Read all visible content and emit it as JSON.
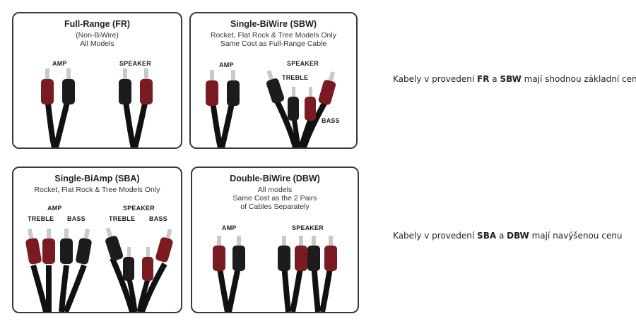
{
  "panels": {
    "fr": {
      "title": "Full-Range (FR)",
      "sub1": "(Non-BiWire)",
      "sub2": "All Models",
      "amp": "AMP",
      "speaker": "SPEAKER"
    },
    "sbw": {
      "title": "Single-BiWire (SBW)",
      "sub1": "Rocket, Flat Rock & Tree Models Only",
      "sub2": "Same Cost as Full-Range Cable",
      "amp": "AMP",
      "speaker": "SPEAKER",
      "treble": "TREBLE",
      "bass": "BASS"
    },
    "sba": {
      "title": "Single-BiAmp (SBA)",
      "sub1": "Rocket, Flat Rock & Tree Models Only",
      "amp": "AMP",
      "amp_treble": "TREBLE",
      "amp_bass": "BASS",
      "speaker": "SPEAKER",
      "spk_treble": "TREBLE",
      "spk_bass": "BASS"
    },
    "dbw": {
      "title": "Double-BiWire (DBW)",
      "sub1": "All models",
      "sub2": "Same Cost as the 2 Pairs",
      "sub3": "of Cables Separately",
      "amp": "AMP",
      "speaker": "SPEAKER"
    }
  },
  "notes": {
    "top": {
      "pre": "Kabely v provedení ",
      "a": "FR",
      "mid": " a ",
      "b": "SBW",
      "post": " mají shodnou základní cenu"
    },
    "bottom": {
      "pre": "Kabely v provedení ",
      "a": "SBA",
      "mid": " a ",
      "b": "DBW",
      "post": " mají navýšenou cenu"
    }
  },
  "colors": {
    "red": "#7a1a22",
    "black": "#1c1c1c",
    "cable": "#111111",
    "metal": "#c9c9c9"
  }
}
